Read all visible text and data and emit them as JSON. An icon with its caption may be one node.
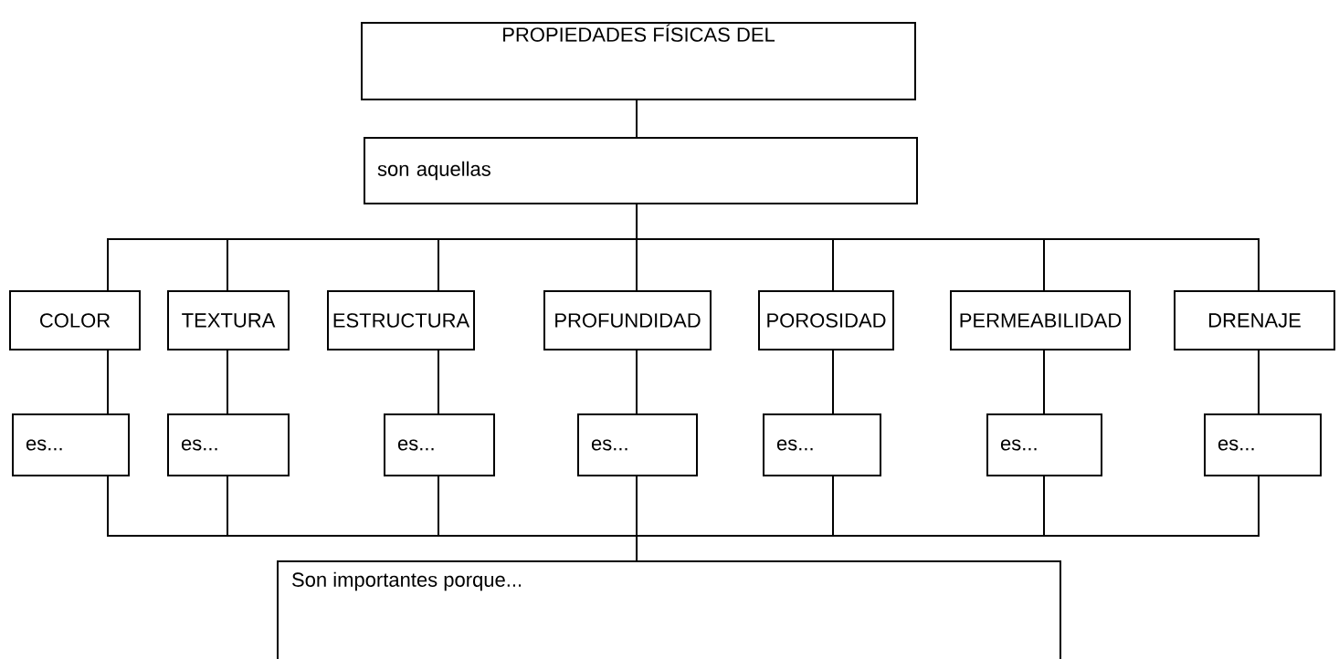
{
  "diagram": {
    "nodes": [
      {
        "text": [
          "PROPIEDADES FÍSICAS DEL"
        ]
      },
      {
        "text": [
          "son aquellas"
        ]
      },
      {
        "text": [
          "COLOR"
        ]
      },
      {
        "text": [
          "TEXTURA"
        ]
      },
      {
        "text": [
          "ESTRUCTURA"
        ]
      },
      {
        "text": [
          "PROFUNDIDAD"
        ]
      },
      {
        "text": [
          "POROSIDAD"
        ]
      },
      {
        "text": [
          "PERMEABILIDAD"
        ]
      },
      {
        "text": [
          "DRENAJE"
        ]
      },
      {
        "text": [
          "es..."
        ]
      },
      {
        "text": [
          "es..."
        ]
      },
      {
        "text": [
          "es..."
        ]
      },
      {
        "text": [
          "es..."
        ]
      },
      {
        "text": [
          "es..."
        ]
      },
      {
        "text": [
          "es..."
        ]
      },
      {
        "text": [
          "es..."
        ]
      },
      {
        "text": [
          "Son importantes porque..."
        ]
      }
    ],
    "edges": [
      {
        "from": 0,
        "to": 1,
        "arrow": "none"
      },
      {
        "from": 1,
        "to": 2,
        "arrow": "none"
      },
      {
        "from": 1,
        "to": 3,
        "arrow": "none"
      },
      {
        "from": 1,
        "to": 4,
        "arrow": "none"
      },
      {
        "from": 1,
        "to": 5,
        "arrow": "none"
      },
      {
        "from": 1,
        "to": 6,
        "arrow": "none"
      },
      {
        "from": 1,
        "to": 7,
        "arrow": "none"
      },
      {
        "from": 1,
        "to": 8,
        "arrow": "none"
      },
      {
        "from": 2,
        "to": 9,
        "arrow": "none"
      },
      {
        "from": 3,
        "to": 10,
        "arrow": "none"
      },
      {
        "from": 4,
        "to": 11,
        "arrow": "none"
      },
      {
        "from": 5,
        "to": 12,
        "arrow": "none"
      },
      {
        "from": 6,
        "to": 13,
        "arrow": "none"
      },
      {
        "from": 7,
        "to": 14,
        "arrow": "none"
      },
      {
        "from": 8,
        "to": 15,
        "arrow": "none"
      },
      {
        "from": 9,
        "to": 16,
        "arrow": "none"
      },
      {
        "from": 10,
        "to": 16,
        "arrow": "none"
      },
      {
        "from": 11,
        "to": 16,
        "arrow": "none"
      },
      {
        "from": 12,
        "to": 16,
        "arrow": "none"
      },
      {
        "from": 13,
        "to": 16,
        "arrow": "none"
      },
      {
        "from": 14,
        "to": 16,
        "arrow": "none"
      },
      {
        "from": 15,
        "to": 16,
        "arrow": "none"
      }
    ]
  }
}
